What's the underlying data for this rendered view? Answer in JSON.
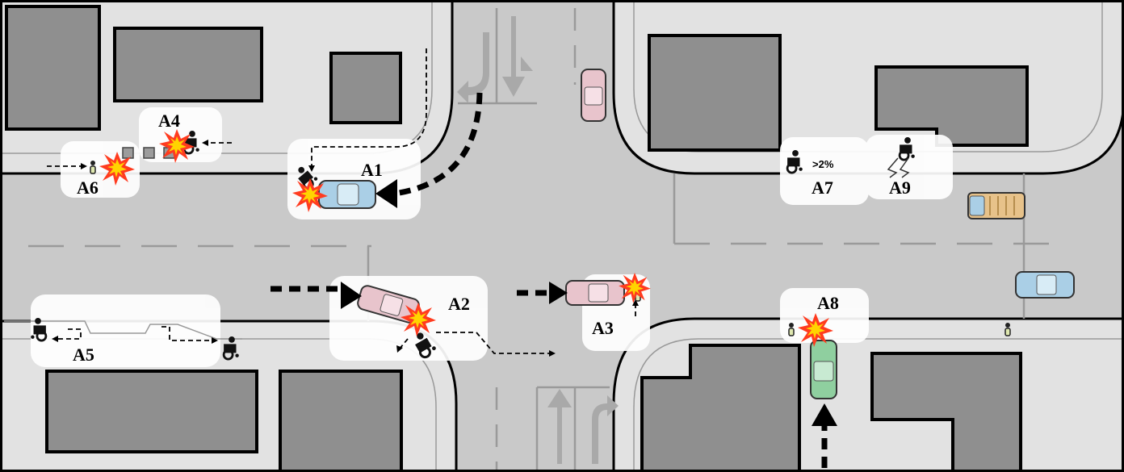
{
  "labels": {
    "a1": "A1",
    "a2": "A2",
    "a3": "A3",
    "a4": "A4",
    "a5": "A5",
    "a6": "A6",
    "a7": "A7",
    "a8": "A8",
    "a9": "A9",
    "grade": ">2%"
  },
  "colors": {
    "road": "#c9c9c9",
    "sidewalk": "#e2e2e2",
    "building": "#8f8f8f",
    "curb": "#000000",
    "highlight": "#ffffff",
    "car_pink": "#e8c4cc",
    "car_blue": "#aacfe6",
    "car_green": "#8fcf9f",
    "truck": "#e7c28a",
    "collision": "#ff3b1f",
    "collision_core": "#ffd400"
  },
  "icons": [
    "wheelchair-icon",
    "pedestrian-icon",
    "car-icon",
    "truck-icon",
    "collision-burst-icon",
    "lane-arrow-icon"
  ]
}
